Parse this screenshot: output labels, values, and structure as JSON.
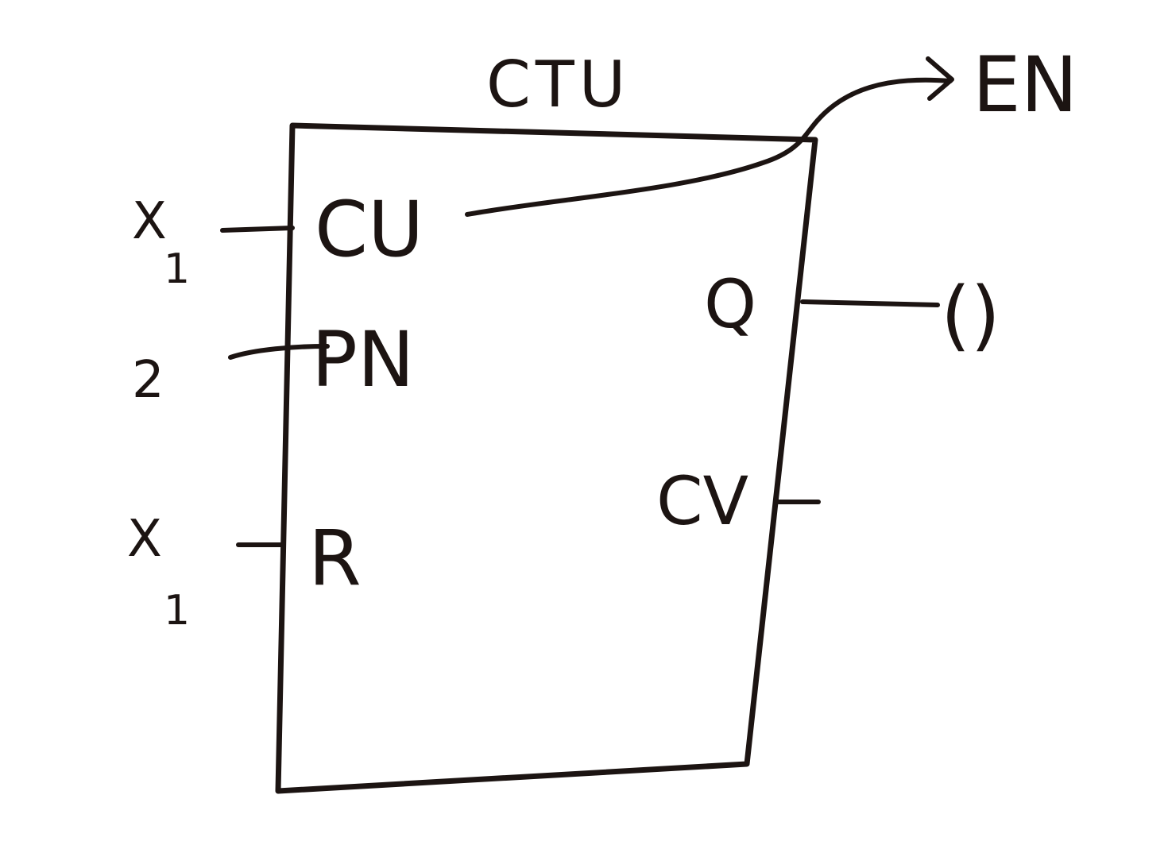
{
  "block": {
    "title": "CTU"
  },
  "inputs": {
    "cu": {
      "label": "CU",
      "signal": "X",
      "subscript": "1"
    },
    "pv": {
      "label": "PN",
      "signal": "2"
    },
    "r": {
      "label": "R",
      "signal": "X",
      "subscript": "1"
    }
  },
  "outputs": {
    "q": {
      "label": "Q",
      "coil": "()"
    },
    "cv": {
      "label": "CV"
    }
  },
  "annotation": {
    "en": "EN"
  }
}
